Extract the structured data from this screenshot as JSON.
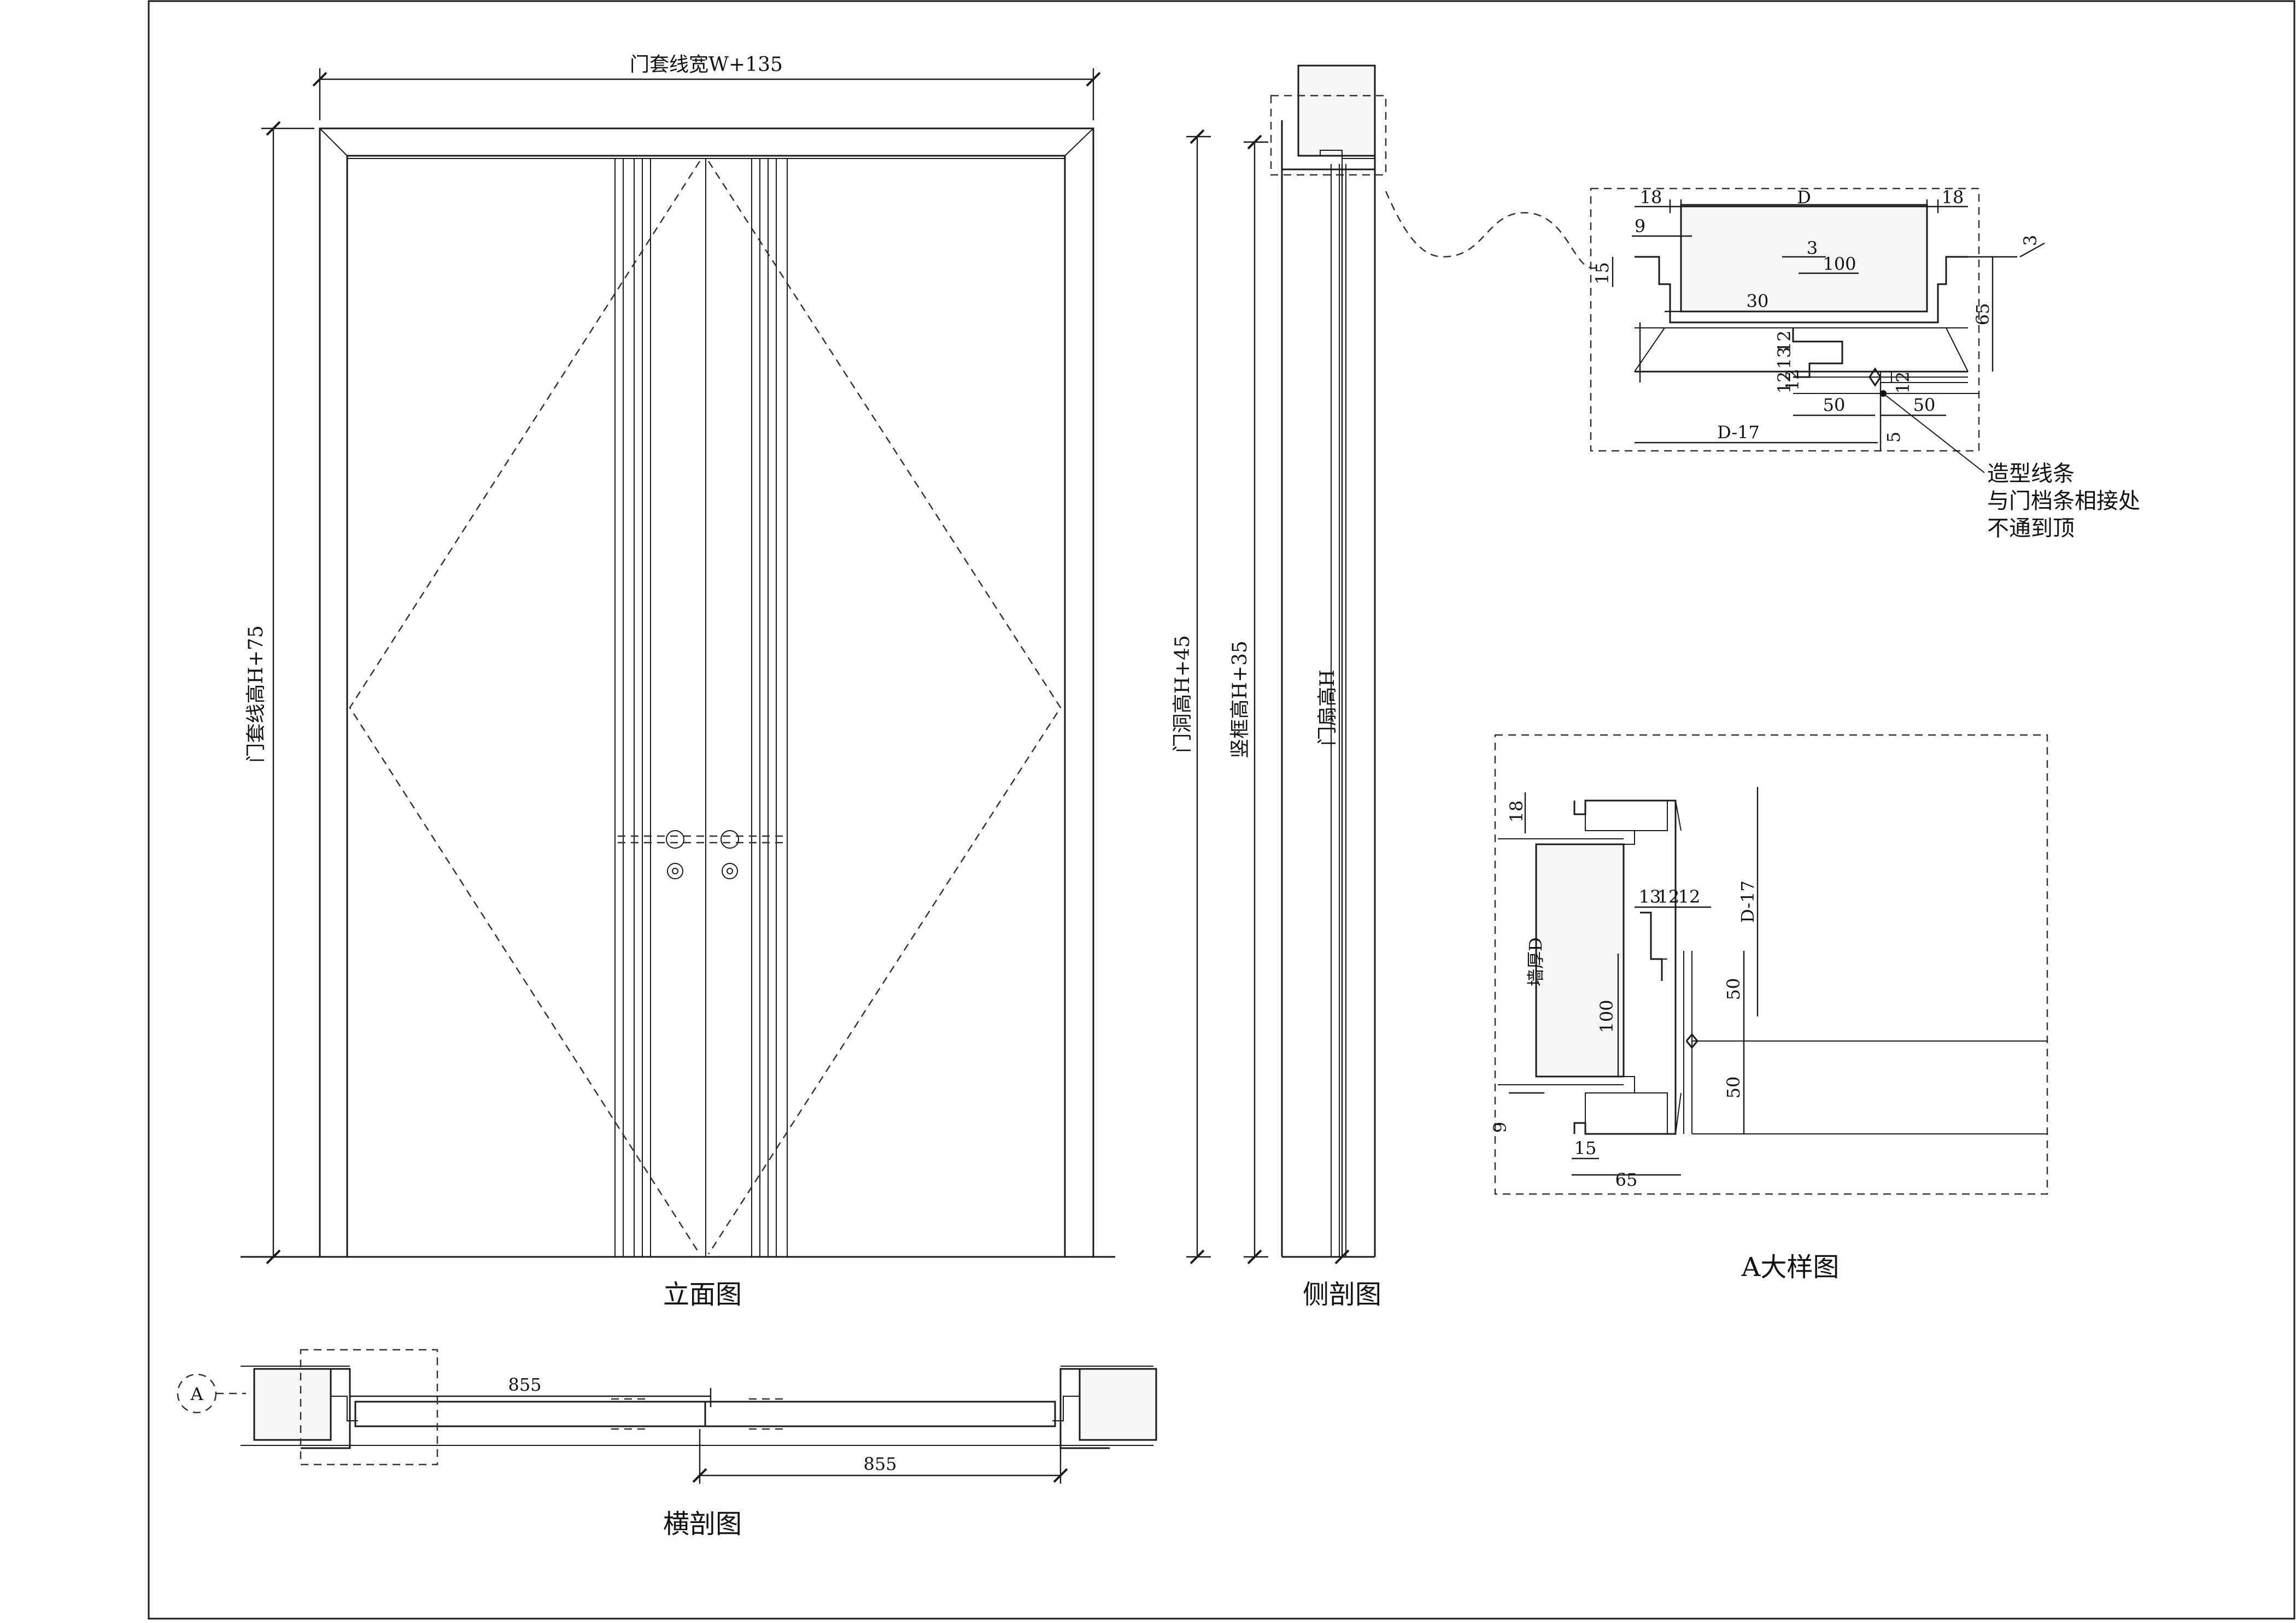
{
  "elevation": {
    "caption": "立面图",
    "frame_width_label": "门套线宽W+135",
    "frame_height_label": "门套线高H+75"
  },
  "side_section": {
    "caption": "侧剖图",
    "opening_height_label": "门洞高H+45",
    "jamb_height_label": "竖框高H+35",
    "leaf_height_label": "门扇高H"
  },
  "detail_top": {
    "dims": {
      "d18_left": "18",
      "d_label": "D",
      "d18_right": "18",
      "d9": "9",
      "d3a": "3",
      "d3b": "3",
      "d100": "100",
      "d15": "15",
      "d30": "30",
      "d65": "65",
      "d12a": "12",
      "d13": "13",
      "d12b": "12",
      "d12c": "12",
      "d12d": "12",
      "d50a": "50",
      "d50b": "50",
      "d_minus17": "D-17",
      "d5": "5"
    },
    "note_lines": [
      "造型线条",
      "与门档条相接处",
      "不通到顶"
    ]
  },
  "detail_a": {
    "caption": "A大样图",
    "dims": {
      "d18": "18",
      "d_minus17": "D-17",
      "d13": "13",
      "d12a": "12",
      "d12b": "12",
      "wall_thickness": "墙厚D",
      "d100": "100",
      "d50a": "50",
      "d50b": "50",
      "d9": "9",
      "d15": "15",
      "d65": "65"
    }
  },
  "cross_section": {
    "caption": "横剖图",
    "callout": "A",
    "dim_top": "855",
    "dim_bottom": "855"
  }
}
